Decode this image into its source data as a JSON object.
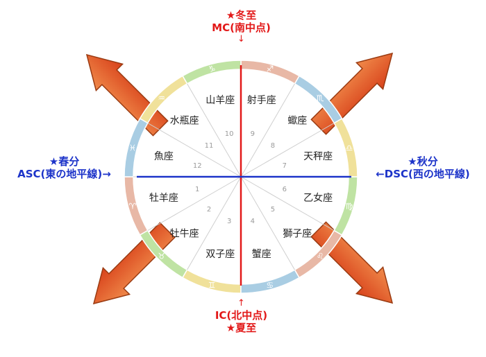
{
  "top_label": {
    "line1": "★冬至",
    "line2": "MC(南中点)",
    "arrow": "↓"
  },
  "bottom_label": {
    "arrow": "↑",
    "line1": "IC(北中点)",
    "line2": "★夏至"
  },
  "left_label": {
    "line1": "★春分",
    "line2": "ASC(東の地平線)→"
  },
  "right_label": {
    "line1": "★秋分",
    "line2": "←DSC(西の地平線)"
  },
  "houses": [
    {
      "num": "1",
      "sign": "牡羊座",
      "glyph": "♈",
      "ring_color": "#e8b8a6"
    },
    {
      "num": "2",
      "sign": "牡牛座",
      "glyph": "♉",
      "ring_color": "#bfe3a3"
    },
    {
      "num": "3",
      "sign": "双子座",
      "glyph": "♊",
      "ring_color": "#f0e19a"
    },
    {
      "num": "4",
      "sign": "蟹座",
      "glyph": "♋",
      "ring_color": "#a9cde3"
    },
    {
      "num": "5",
      "sign": "獅子座",
      "glyph": "♌",
      "ring_color": "#e8b8a6"
    },
    {
      "num": "6",
      "sign": "乙女座",
      "glyph": "♍",
      "ring_color": "#bfe3a3"
    },
    {
      "num": "7",
      "sign": "天秤座",
      "glyph": "♎",
      "ring_color": "#f0e19a"
    },
    {
      "num": "8",
      "sign": "蠍座",
      "glyph": "♏",
      "ring_color": "#a9cde3"
    },
    {
      "num": "9",
      "sign": "射手座",
      "glyph": "♐",
      "ring_color": "#e8b8a6"
    },
    {
      "num": "10",
      "sign": "山羊座",
      "glyph": "♑",
      "ring_color": "#bfe3a3"
    },
    {
      "num": "11",
      "sign": "水瓶座",
      "glyph": "♒",
      "ring_color": "#f0e19a"
    },
    {
      "num": "12",
      "sign": "魚座",
      "glyph": "♓",
      "ring_color": "#a9cde3"
    }
  ],
  "colors": {
    "meridian": "#e21818",
    "horizon": "#1c33c9",
    "arrow_fill_start": "#f08a4a",
    "arrow_fill_end": "#d8421b",
    "divider": "#cfcfcf"
  }
}
